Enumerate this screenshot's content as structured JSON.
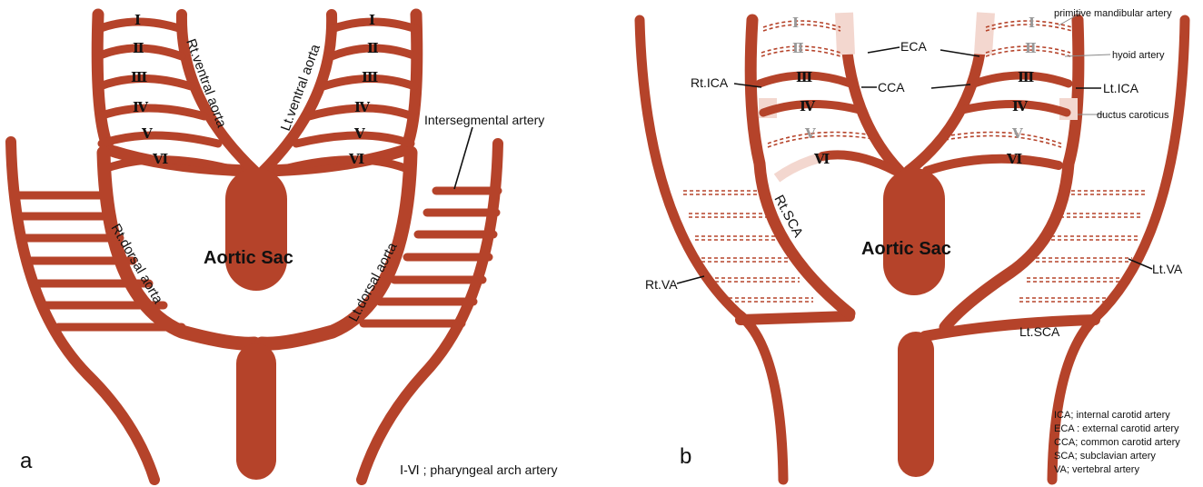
{
  "colors": {
    "vessel": "#b5432a",
    "pale": "#f3d7cf",
    "text": "#111111"
  },
  "panel_a": {
    "label": "a",
    "arches": [
      "I",
      "Ⅱ",
      "Ⅲ",
      "Ⅳ",
      "Ⅴ",
      "Ⅵ"
    ],
    "aortic_sac": "Aortic Sac",
    "rt_ventral_aorta": "Rt.ventral aorta",
    "lt_ventral_aorta": "Lt.ventral aorta",
    "rt_dorsal_aorta": "Rt.dorsal aorta",
    "lt_dorsal_aorta": "Lt.dorsal aorta",
    "intersegmental_artery": "Intersegmental artery",
    "legend": "Ⅰ-Ⅵ ; pharyngeal arch artery"
  },
  "panel_b": {
    "label": "b",
    "arches": [
      "I",
      "Ⅱ",
      "Ⅲ",
      "Ⅳ",
      "Ⅴ",
      "Ⅵ"
    ],
    "aortic_sac": "Aortic Sac",
    "eca": "ECA",
    "cca": "CCA",
    "rt_ica": "Rt.ICA",
    "lt_ica": "Lt.ICA",
    "rt_sca": "Rt.SCA",
    "lt_sca": "Lt.SCA",
    "rt_va": "Rt.VA",
    "lt_va": "Lt.VA",
    "primitive_mandibular_artery": "primitive mandibular artery",
    "hyoid_artery": "hyoid artery",
    "ductus_caroticus": "ductus caroticus",
    "legend": [
      "ICA; internal carotid artery",
      "ECA : external carotid artery",
      "CCA; common carotid artery",
      "SCA; subclavian artery",
      "VA; vertebral artery"
    ]
  }
}
